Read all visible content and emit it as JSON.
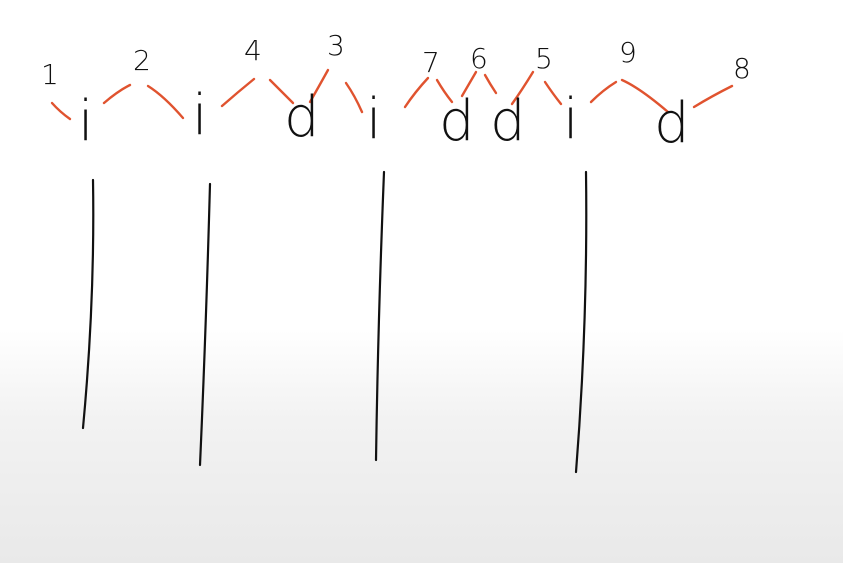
{
  "diagram": {
    "sequence": [
      {
        "letter": "i",
        "label": "1"
      },
      {
        "letter": "i",
        "label": "2"
      },
      {
        "letter": "d",
        "label": "4"
      },
      {
        "letter": "i",
        "label": "3"
      },
      {
        "letter": "d",
        "label": "7"
      },
      {
        "letter": "d",
        "label": "6"
      },
      {
        "letter": "i",
        "label": "5"
      },
      {
        "letter": "d",
        "label": "9"
      }
    ],
    "labels": [
      "1",
      "2",
      "4",
      "3",
      "7",
      "6",
      "5",
      "9",
      "8"
    ],
    "letters": [
      "i",
      "i",
      "d",
      "i",
      "d",
      "d",
      "i",
      "d"
    ],
    "colors": {
      "ink": "#111111",
      "accent": "#e0532f",
      "background": "#ffffff"
    }
  }
}
